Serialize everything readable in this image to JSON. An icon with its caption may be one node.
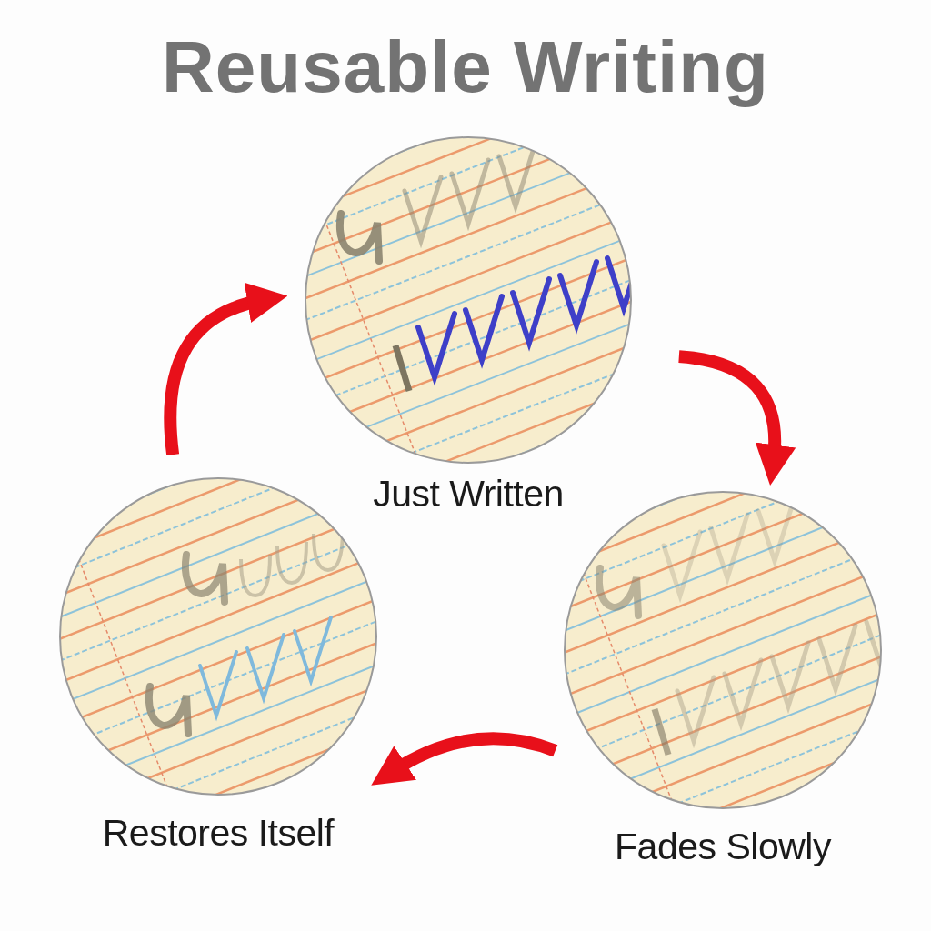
{
  "diagram": {
    "title": "Reusable Writing",
    "nodes": [
      {
        "text": [
          "Just Written"
        ]
      },
      {
        "text": [
          "Fades Slowly"
        ]
      },
      {
        "text": [
          "Restores Itself"
        ]
      }
    ],
    "edges": [
      {
        "from": 0,
        "to": 1,
        "arrow": "to"
      },
      {
        "from": 1,
        "to": 2,
        "arrow": "to"
      },
      {
        "from": 2,
        "to": 0,
        "arrow": "to"
      }
    ]
  }
}
